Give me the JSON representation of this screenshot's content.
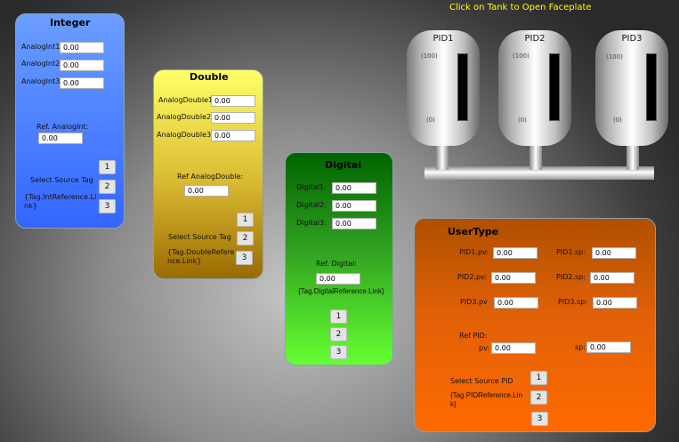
{
  "header": {
    "instruction": "Click on Tank to Open Faceplate"
  },
  "tanks": [
    {
      "name": "PID1",
      "max": "(100)",
      "min": "(0)",
      "level": 0
    },
    {
      "name": "PID2",
      "max": "(100)",
      "min": "(0)",
      "level": 0
    },
    {
      "name": "PID3",
      "max": "(100)",
      "min": "(0)",
      "level": 0
    }
  ],
  "integer": {
    "title": "Integer",
    "fields": [
      {
        "label": "AnalogInt1:",
        "value": "0.00"
      },
      {
        "label": "AnalogInt2:",
        "value": "0.00"
      },
      {
        "label": "AnalogInt3:",
        "value": "0.00"
      }
    ],
    "ref_label": "Ref. AnalogInt:",
    "ref_value": "0.00",
    "select_label": "Select Source Tag",
    "link": "{Tag.IntReference.Link}",
    "buttons": [
      "1",
      "2",
      "3"
    ]
  },
  "double": {
    "title": "Double",
    "fields": [
      {
        "label": "AnalogDouble1:",
        "value": "0.00"
      },
      {
        "label": "AnalogDouble2:",
        "value": "0.00"
      },
      {
        "label": "AnalogDouble3:",
        "value": "0.00"
      }
    ],
    "ref_label": "Ref AnalogDouble:",
    "ref_value": "0.00",
    "select_label": "Select Source Tag",
    "link": "{Tag.DoubleReference.Link}",
    "buttons": [
      "1",
      "2",
      "3"
    ]
  },
  "digital": {
    "title": "Digital",
    "fields": [
      {
        "label": "Digital1:",
        "value": "0.00"
      },
      {
        "label": "Digital2:",
        "value": "0.00"
      },
      {
        "label": "Digital3:",
        "value": "0.00"
      }
    ],
    "ref_label": "Ref. Digital:",
    "ref_value": "0.00",
    "link": "{Tag.DigitalReference.Link}",
    "buttons": [
      "1",
      "2",
      "3"
    ]
  },
  "usertype": {
    "title": "UserType",
    "pv": [
      {
        "label": "PID1.pv:",
        "value": "0.00"
      },
      {
        "label": "PID2.pv:",
        "value": "0.00"
      },
      {
        "label": "PID3.pv",
        "value": "0.00"
      }
    ],
    "sp": [
      {
        "label": "PID1.sp:",
        "value": "0.00"
      },
      {
        "label": "PID2.sp:",
        "value": "0.00"
      },
      {
        "label": "PID3.sp:",
        "value": "0.00"
      }
    ],
    "ref_label": "Ref PID:",
    "ref_pv_label": "pv:",
    "ref_pv_value": "0.00",
    "ref_sp_label": "sp:",
    "ref_sp_value": "0.00",
    "select_label": "Select Source PID",
    "link": "{Tag.PIDReference.Link}",
    "buttons": [
      "1",
      "2",
      "3"
    ]
  },
  "colors": {
    "instruction": "#ffff00",
    "integer": "#4a7dff",
    "double": "#e0c020",
    "digital": "#33aa22",
    "usertype": "#e06010"
  }
}
